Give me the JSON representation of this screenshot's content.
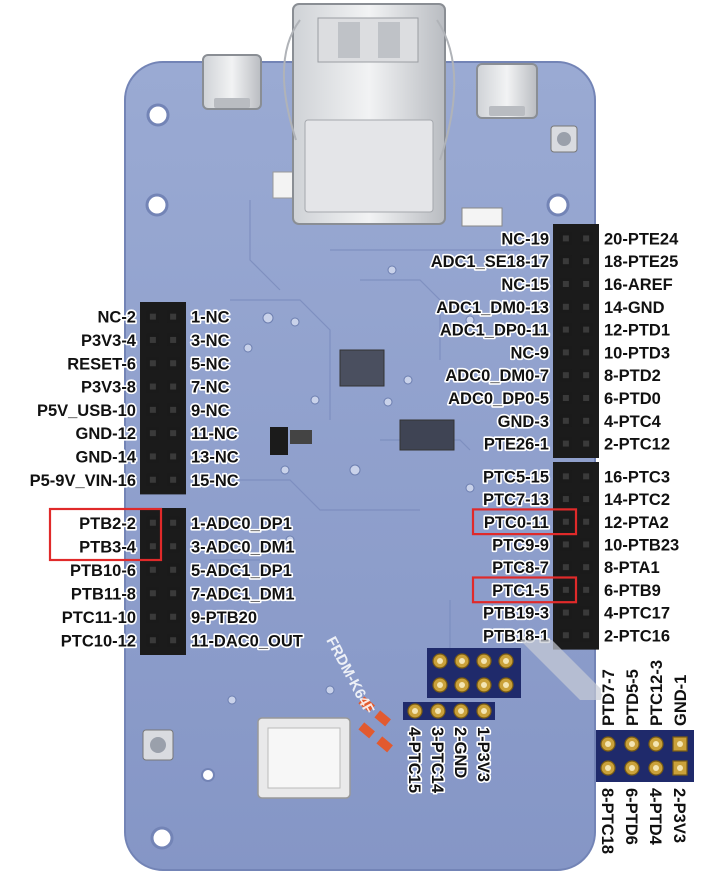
{
  "colors": {
    "board": "#8e9fcb",
    "board_edge": "#6d7fb0",
    "header": "#1b1b1b",
    "highlight": "#e02a2a",
    "gold": "#caa13a"
  },
  "board_silk": "FRDM-K64F",
  "headers": {
    "left_top": {
      "left": [
        "NC-2",
        "P3V3-4",
        "RESET-6",
        "P3V3-8",
        "P5V_USB-10",
        "GND-12",
        "GND-14",
        "P5-9V_VIN-16"
      ],
      "right": [
        "1-NC",
        "3-NC",
        "5-NC",
        "7-NC",
        "9-NC",
        "11-NC",
        "13-NC",
        "15-NC"
      ]
    },
    "left_bottom": {
      "left": [
        "PTB2-2",
        "PTB3-4",
        "PTB10-6",
        "PTB11-8",
        "PTC11-10",
        "PTC10-12"
      ],
      "right": [
        "1-ADC0_DP1",
        "3-ADC0_DM1",
        "5-ADC1_DP1",
        "7-ADC1_DM1",
        "9-PTB20",
        "11-DAC0_OUT"
      ],
      "highlighted_rows": [
        0,
        1
      ]
    },
    "right_top": {
      "left": [
        "NC-19",
        "ADC1_SE18-17",
        "NC-15",
        "ADC1_DM0-13",
        "ADC1_DP0-11",
        "NC-9",
        "ADC0_DM0-7",
        "ADC0_DP0-5",
        "GND-3",
        "PTE26-1"
      ],
      "right": [
        "20-PTE24",
        "18-PTE25",
        "16-AREF",
        "14-GND",
        "12-PTD1",
        "10-PTD3",
        "8-PTD2",
        "6-PTD0",
        "4-PTC4",
        "2-PTC12"
      ]
    },
    "right_bottom": {
      "left": [
        "PTC5-15",
        "PTC7-13",
        "PTC0-11",
        "PTC9-9",
        "PTC8-7",
        "PTC1-5",
        "PTB19-3",
        "PTB18-1"
      ],
      "right": [
        "16-PTC3",
        "14-PTC2",
        "12-PTA2",
        "10-PTB23",
        "8-PTA1",
        "6-PTB9",
        "4-PTC17",
        "2-PTC16"
      ],
      "highlighted_rows": [
        2,
        5
      ]
    },
    "bottom_small": {
      "labels": [
        "1-P3V3",
        "2-GND",
        "3-PTC14",
        "4-PTC15"
      ]
    },
    "bottom_right": {
      "top_labels": [
        "PTD7-7",
        "PTD5-5",
        "PTC12-3",
        "GND-1"
      ],
      "bottom_labels": [
        "8-PTC18",
        "6-PTD6",
        "4-PTD4",
        "2-P3V3"
      ]
    }
  }
}
